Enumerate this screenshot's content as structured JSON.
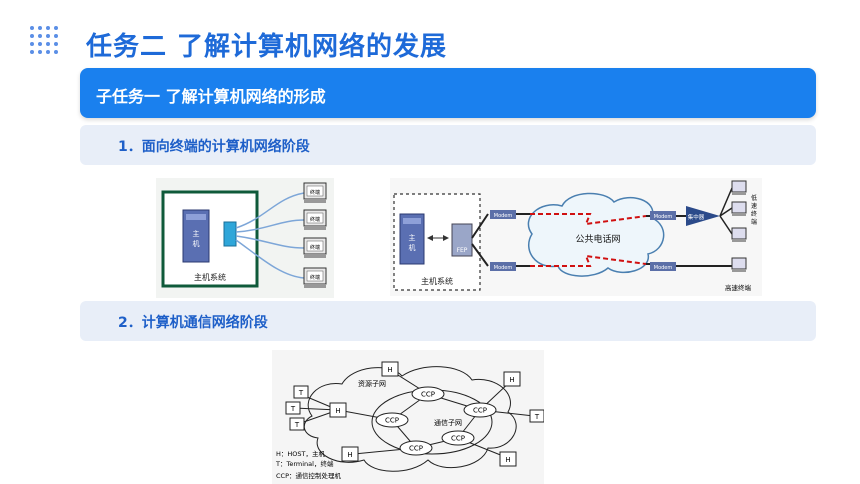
{
  "page": {
    "title": "任务二 了解计算机网络的发展",
    "subtask_title": "子任务一 了解计算机网络的形成",
    "section1": "1．面向终端的计算机网络阶段",
    "section2": "2．计算机通信网络阶段"
  },
  "figure1": {
    "host_chars": [
      "主",
      "机"
    ],
    "caption": "主机系统",
    "terminal_label": "终端"
  },
  "figure2": {
    "host_chars": [
      "主",
      "机"
    ],
    "host_caption": "主机系统",
    "fep_label": "FEP",
    "modem_label": "Modem",
    "cloud_label": "公共电话网",
    "hub_label": "集中器",
    "low_speed_label": [
      "低",
      "速",
      "终",
      "端"
    ],
    "high_speed_label": "高速终端"
  },
  "figure3": {
    "resource_subnet": "资源子网",
    "comm_subnet": "通信子网",
    "host": "H",
    "terminal": "T",
    "ccp": "CCP",
    "legend": [
      "H：HOST，主机",
      "T：Terminal，终端",
      "CCP：通信控制处理机"
    ]
  },
  "colors": {
    "title": "#1e6ad8",
    "main_bar": "#1a80ee",
    "sub_bar": "#e8eef8",
    "sub_text": "#1e5fc8"
  }
}
